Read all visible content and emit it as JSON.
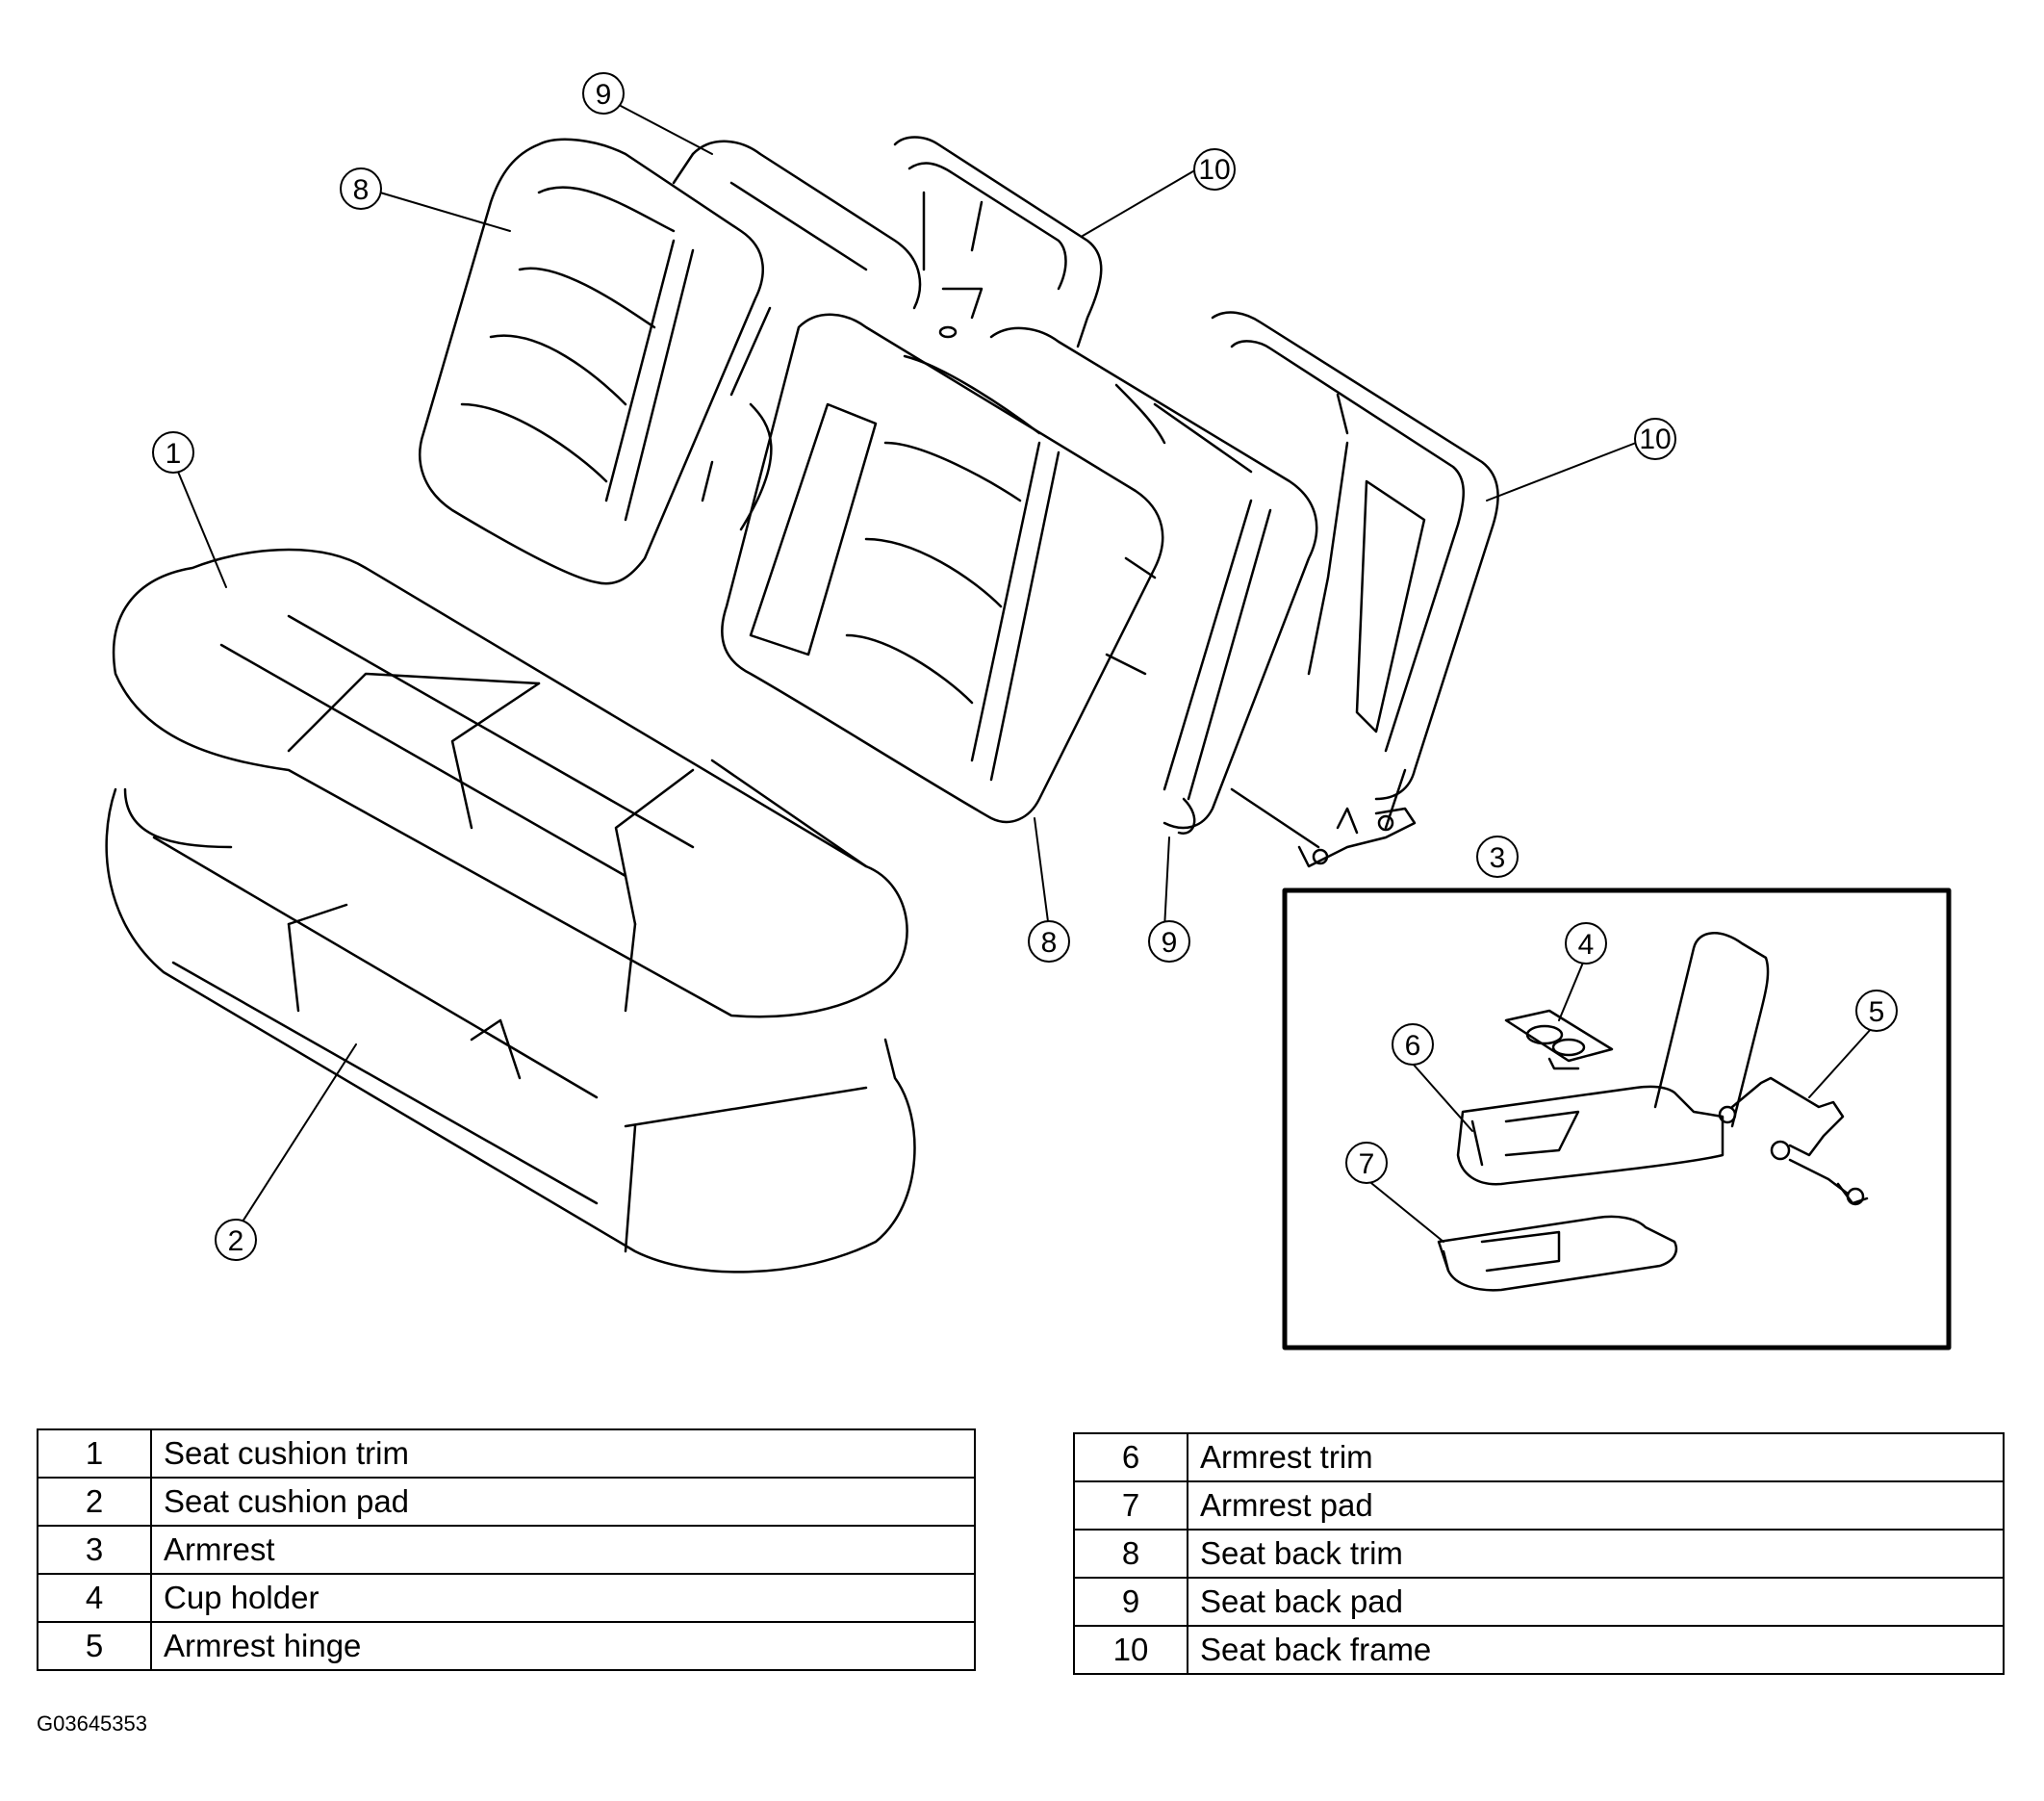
{
  "callouts": [
    "1",
    "2",
    "3",
    "4",
    "5",
    "6",
    "7",
    "8",
    "9",
    "10"
  ],
  "legend_left": [
    {
      "num": "1",
      "label": "Seat cushion trim"
    },
    {
      "num": "2",
      "label": "Seat cushion pad"
    },
    {
      "num": "3",
      "label": "Armrest"
    },
    {
      "num": "4",
      "label": "Cup holder"
    },
    {
      "num": "5",
      "label": "Armrest hinge"
    }
  ],
  "legend_right": [
    {
      "num": "6",
      "label": "Armrest trim"
    },
    {
      "num": "7",
      "label": "Armrest pad"
    },
    {
      "num": "8",
      "label": "Seat back trim"
    },
    {
      "num": "9",
      "label": "Seat back pad"
    },
    {
      "num": "10",
      "label": "Seat back frame"
    }
  ],
  "figure_code": "G03645353",
  "colors": {
    "line": "#000000",
    "background": "#ffffff"
  }
}
